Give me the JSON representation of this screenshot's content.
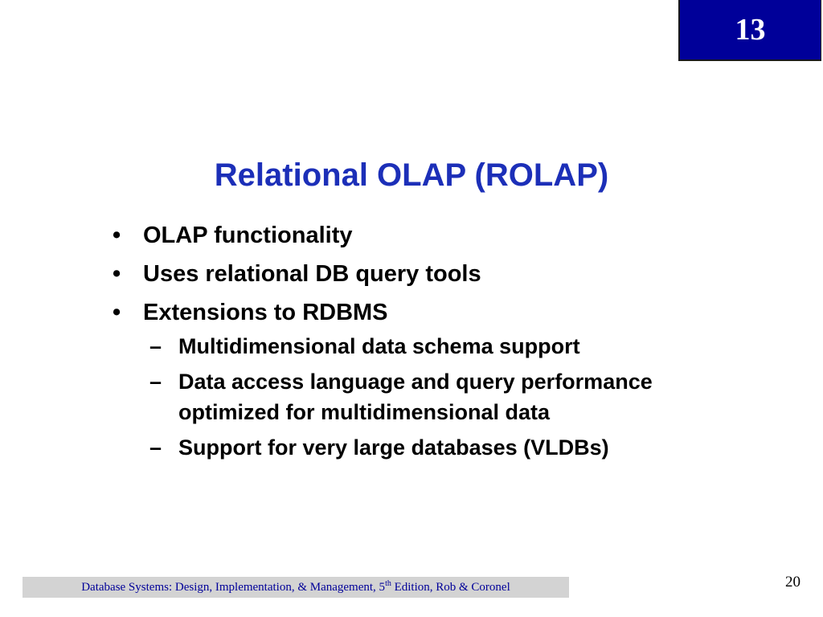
{
  "header": {
    "chapter_number": "13"
  },
  "slide": {
    "title": "Relational OLAP (ROLAP)",
    "bullets": [
      {
        "marker": "•",
        "text": "OLAP functionality"
      },
      {
        "marker": "•",
        "text": "Uses relational DB query tools"
      },
      {
        "marker": "•",
        "text": "Extensions to RDBMS"
      }
    ],
    "sub_bullets": [
      {
        "marker": "–",
        "text": "Multidimensional data schema support"
      },
      {
        "marker": "–",
        "text": "Data access language and query performance optimized for multidimensional data"
      },
      {
        "marker": "–",
        "text": "Support for very large databases (VLDBs)"
      }
    ]
  },
  "footer": {
    "text_before_sup": "Database Systems: Design, Implementation, & Management, 5",
    "sup": "th",
    "text_after_sup": " Edition, Rob & Coronel",
    "page_number": "20"
  },
  "colors": {
    "chapter_box": "#000099",
    "title": "#1c2fb8",
    "footer_bar": "#d3d3d3",
    "footer_text": "#000099"
  }
}
